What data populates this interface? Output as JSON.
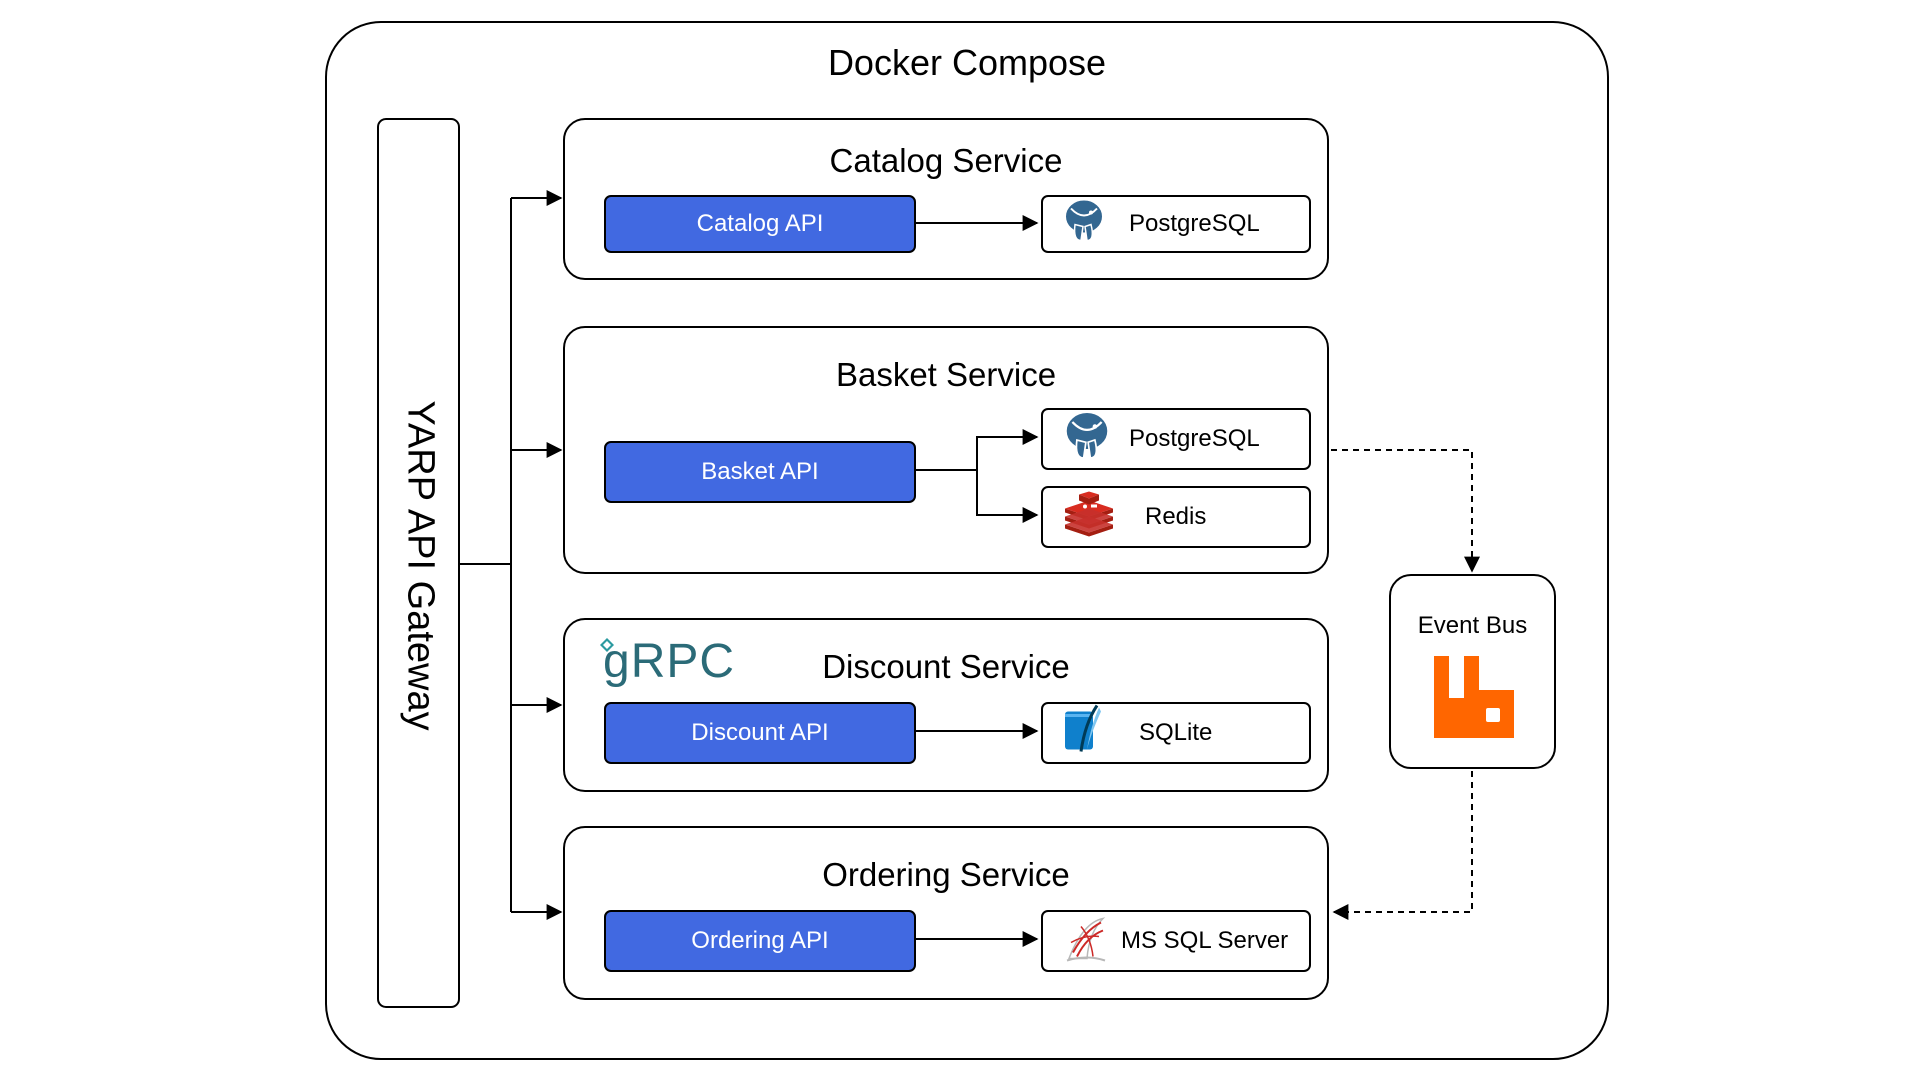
{
  "title": "Docker Compose",
  "gateway": {
    "label": "YARP API Gateway"
  },
  "services": [
    {
      "title": "Catalog Service",
      "api": "Catalog API",
      "stores": [
        {
          "label": "PostgreSQL",
          "icon": "postgresql-icon"
        }
      ]
    },
    {
      "title": "Basket Service",
      "api": "Basket API",
      "stores": [
        {
          "label": "PostgreSQL",
          "icon": "postgresql-icon"
        },
        {
          "label": "Redis",
          "icon": "redis-icon"
        }
      ]
    },
    {
      "title": "Discount Service",
      "api": "Discount API",
      "badge": "gRPC",
      "stores": [
        {
          "label": "SQLite",
          "icon": "sqlite-icon"
        }
      ]
    },
    {
      "title": "Ordering Service",
      "api": "Ordering API",
      "stores": [
        {
          "label": "MS SQL Server",
          "icon": "mssql-icon"
        }
      ]
    }
  ],
  "event_bus": {
    "label": "Event Bus",
    "icon": "rabbitmq-icon"
  },
  "colors": {
    "api": "#4169e1",
    "rabbitmq": "#ff6600",
    "redis": "#c6302b",
    "postgres": "#336791"
  }
}
